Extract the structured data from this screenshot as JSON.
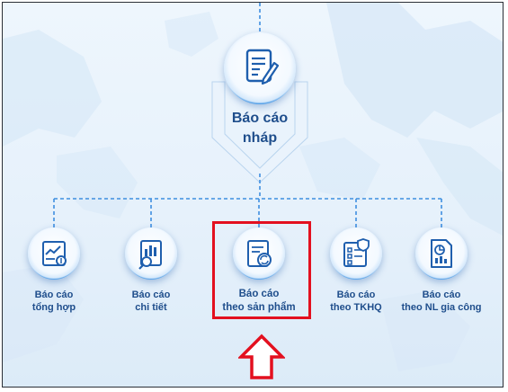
{
  "root": {
    "label_line1": "Báo cáo",
    "label_line2": "nháp",
    "icon": "document-pen-icon"
  },
  "children": [
    {
      "line1": "Báo cáo",
      "line2": "tổng hợp",
      "icon": "chart-report-icon"
    },
    {
      "line1": "Báo cáo",
      "line2": "chi tiết",
      "icon": "search-report-icon"
    },
    {
      "line1": "Báo cáo",
      "line2": "theo sản phẩm",
      "icon": "product-report-icon",
      "highlighted": true
    },
    {
      "line1": "Báo cáo",
      "line2": "theo TKHQ",
      "icon": "checklist-shield-icon"
    },
    {
      "line1": "Báo cáo",
      "line2": "theo NL gia công",
      "icon": "document-chart-icon"
    }
  ],
  "colors": {
    "connector": "#3f8fe0",
    "label": "#1f4e8c",
    "highlight": "#e3101f",
    "icon_ring": "#1e6fcf"
  }
}
